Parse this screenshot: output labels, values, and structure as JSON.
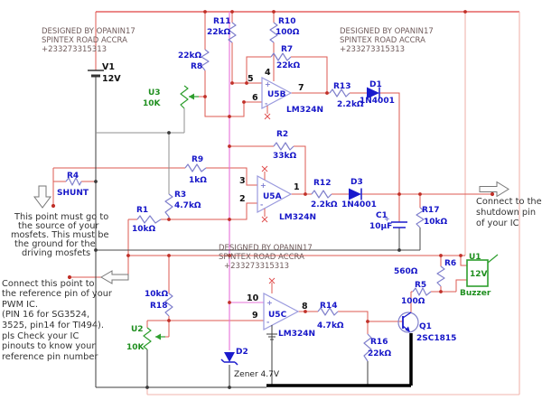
{
  "design_credit": {
    "top_left": [
      "DESIGNED BY OPANIN17",
      "SPINTEX ROAD ACCRA",
      "+233273315313"
    ],
    "top_right": [
      "DESIGNED BY OPANIN17",
      "SPINTEX ROAD ACCRA",
      "+233273315313"
    ],
    "middle": [
      "DESIGNED BY OPANIN17",
      "SPINTEX ROAD ACCRA",
      "+233273315313"
    ]
  },
  "notes": {
    "mosfet_point": [
      "This point must go to",
      "the source of your",
      "mosfets. This must be",
      "the ground for the",
      "driving mosfets"
    ],
    "reference_point": [
      "Connect this point to",
      "the reference pin of your",
      "PWM IC.",
      "(PIN 16 for SG3524,",
      "3525, pin14 for TI494).",
      "pls Check your IC",
      "pinouts to know your",
      "reference pin number"
    ],
    "shutdown_point": [
      "Connect to the",
      "shutdown pin",
      "of your IC"
    ]
  },
  "symbols": {
    "plus": "+",
    "minus": "-"
  },
  "components": {
    "v1": {
      "ref": "V1",
      "value": "12V"
    },
    "r1": {
      "ref": "R1",
      "value": "10kΩ"
    },
    "r2": {
      "ref": "R2",
      "value": "33kΩ"
    },
    "r3": {
      "ref": "R3",
      "value": "4.7kΩ"
    },
    "r4": {
      "ref": "R4",
      "value": "SHUNT"
    },
    "r5": {
      "ref": "R5",
      "value": "100Ω"
    },
    "r6": {
      "ref": "R6",
      "value": "560Ω"
    },
    "r7": {
      "ref": "R7",
      "value": "22kΩ"
    },
    "r8": {
      "ref": "R8",
      "value": "22kΩ"
    },
    "r9": {
      "ref": "R9",
      "value": "1kΩ"
    },
    "r10": {
      "ref": "R10",
      "value": "100Ω"
    },
    "r11": {
      "ref": "R11",
      "value": "22kΩ"
    },
    "r12": {
      "ref": "R12",
      "value": "2.2kΩ"
    },
    "r13": {
      "ref": "R13",
      "value": "2.2kΩ"
    },
    "r14": {
      "ref": "R14",
      "value": "4.7kΩ"
    },
    "r16": {
      "ref": "R16",
      "value": "22kΩ"
    },
    "r17": {
      "ref": "R17",
      "value": "10kΩ"
    },
    "r18": {
      "ref": "R18",
      "value": "10kΩ"
    },
    "u2": {
      "ref": "U2",
      "value": "10K"
    },
    "u3": {
      "ref": "U3",
      "value": "10K"
    },
    "d1": {
      "ref": "D1",
      "value": "1N4001"
    },
    "d2": {
      "ref": "D2",
      "value": "Zener 4.7V"
    },
    "d3": {
      "ref": "D3",
      "value": "1N4001"
    },
    "c1": {
      "ref": "C1",
      "value": "10µF",
      "polarity": "+"
    },
    "q1": {
      "ref": "Q1",
      "value": "2SC1815"
    },
    "u1": {
      "ref": "U1",
      "value": "12V",
      "kind": "Buzzer"
    },
    "u5a": {
      "ref": "U5A",
      "part": "LM324N",
      "pin_inp": "3",
      "pin_inn": "2",
      "pin_out": "1"
    },
    "u5b": {
      "ref": "U5B",
      "part": "LM324N",
      "pin_inp": "5",
      "pin_inn": "6",
      "pin_out": "7",
      "pin_vcc": "4"
    },
    "u5c": {
      "ref": "U5C",
      "part": "LM324N",
      "pin_inp": "10",
      "pin_inn": "9",
      "pin_out": "8"
    }
  },
  "colors": {
    "wire_red": "#dd5a52",
    "wire_pink": "#f0b4ac",
    "wire_magenta": "#e670d8",
    "label_blue": "#1616c8",
    "label_green": "#1f8f1f",
    "junction": "#c03028"
  }
}
